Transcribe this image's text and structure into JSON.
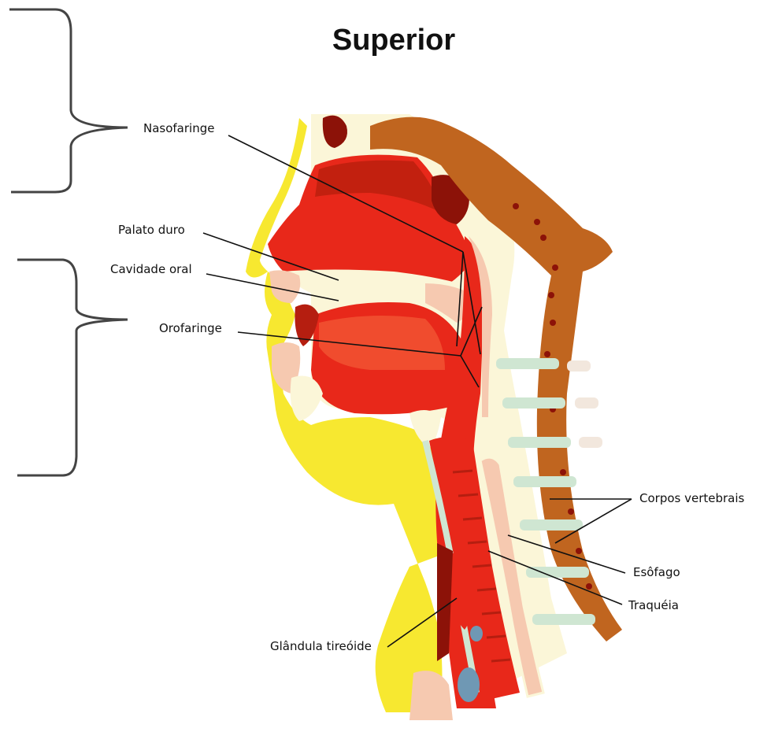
{
  "title": "Superior",
  "labels": {
    "nasofaringe": "Nasofaringe",
    "palato_duro": "Palato duro",
    "cavidade_oral": "Cavidade oral",
    "orofaringe": "Orofaringe",
    "corpos_vertebrais": "Corpos vertebrais",
    "esofago": "Esôfago",
    "traqueia": "Traquéia",
    "glandula_tireoide": "Glândula tireóide"
  },
  "colors": {
    "skin_yellow": "#f7e830",
    "tissue_red": "#e8281a",
    "deep_red": "#b51e10",
    "dark_red": "#8c1208",
    "cream": "#fbf6d8",
    "bone_brown": "#c0651f",
    "pale_pink": "#f6c9b0",
    "light_green": "#cfe6d2",
    "blue_gray": "#6f98b4",
    "line": "#111111",
    "bracket": "#444444"
  }
}
